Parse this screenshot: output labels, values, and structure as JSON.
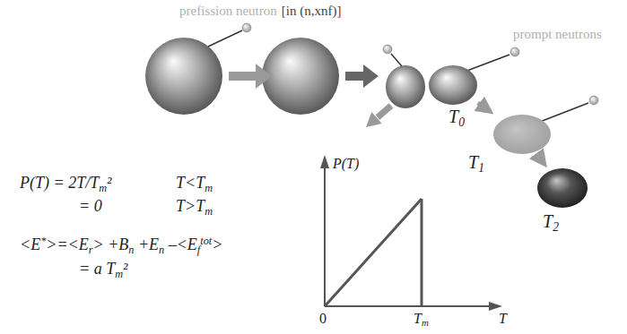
{
  "diagram": {
    "nodes": [
      {
        "text": [
          "T0"
        ]
      },
      {
        "text": [
          "T1"
        ]
      },
      {
        "text": [
          "T2"
        ]
      }
    ],
    "edges": [
      {
        "from": 0,
        "to": 1,
        "arrow": "to"
      },
      {
        "from": 1,
        "to": 2,
        "arrow": "to"
      }
    ],
    "labels": [
      "prefission neutron",
      "[in (n,xnf)]",
      "prompt neutrons",
      "P(T) = 2T/Tm²",
      "T<Tm",
      "= 0",
      "T>Tm",
      "<E*>=<Er> +Bn +En –<Eftot>",
      "= a Tm²",
      "P(T)",
      "T",
      "0",
      "Tm"
    ]
  }
}
